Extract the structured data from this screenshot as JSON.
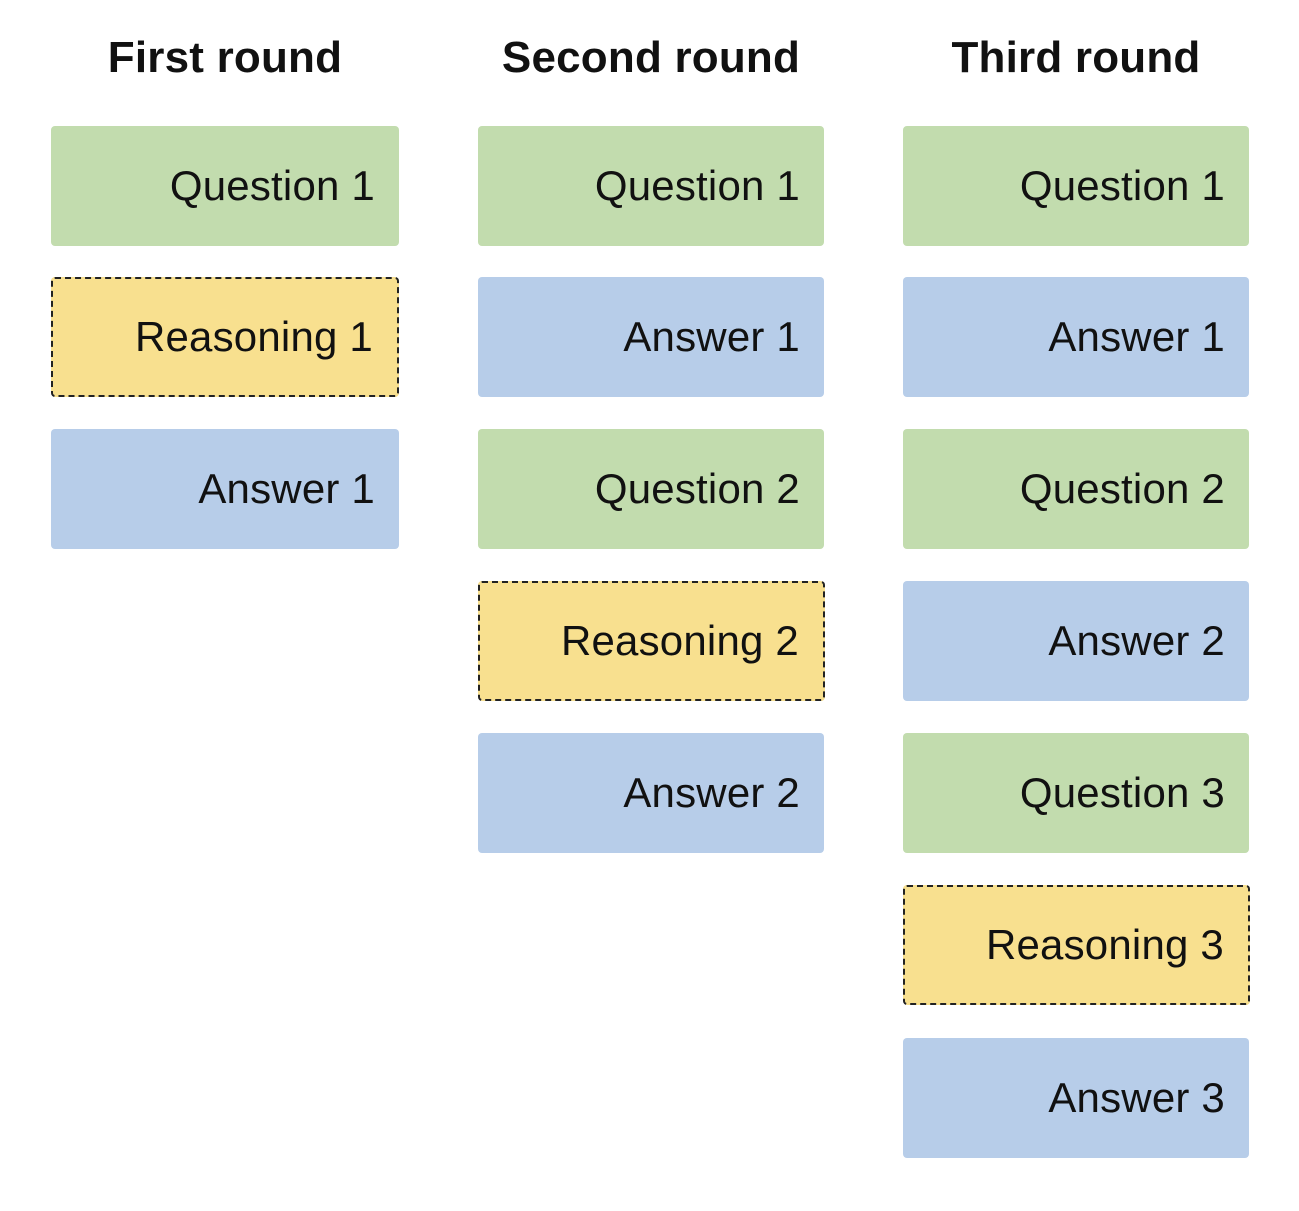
{
  "colors": {
    "question": "#c2dcae",
    "answer": "#b7cde9",
    "reasoning": "#f8e08f",
    "reasoning_border": "#222222"
  },
  "rounds": [
    {
      "title": "First round",
      "blocks": [
        {
          "type": "question",
          "label": "Question 1"
        },
        {
          "type": "reasoning",
          "label": "Reasoning 1"
        },
        {
          "type": "answer",
          "label": "Answer 1"
        }
      ]
    },
    {
      "title": "Second round",
      "blocks": [
        {
          "type": "question",
          "label": "Question 1"
        },
        {
          "type": "answer",
          "label": "Answer 1"
        },
        {
          "type": "question",
          "label": "Question 2"
        },
        {
          "type": "reasoning",
          "label": "Reasoning 2"
        },
        {
          "type": "answer",
          "label": "Answer 2"
        }
      ]
    },
    {
      "title": "Third round",
      "blocks": [
        {
          "type": "question",
          "label": "Question 1"
        },
        {
          "type": "answer",
          "label": "Answer 1"
        },
        {
          "type": "question",
          "label": "Question 2"
        },
        {
          "type": "answer",
          "label": "Answer 2"
        },
        {
          "type": "question",
          "label": "Question 3"
        },
        {
          "type": "reasoning",
          "label": "Reasoning 3"
        },
        {
          "type": "answer",
          "label": "Answer 3"
        }
      ]
    }
  ]
}
